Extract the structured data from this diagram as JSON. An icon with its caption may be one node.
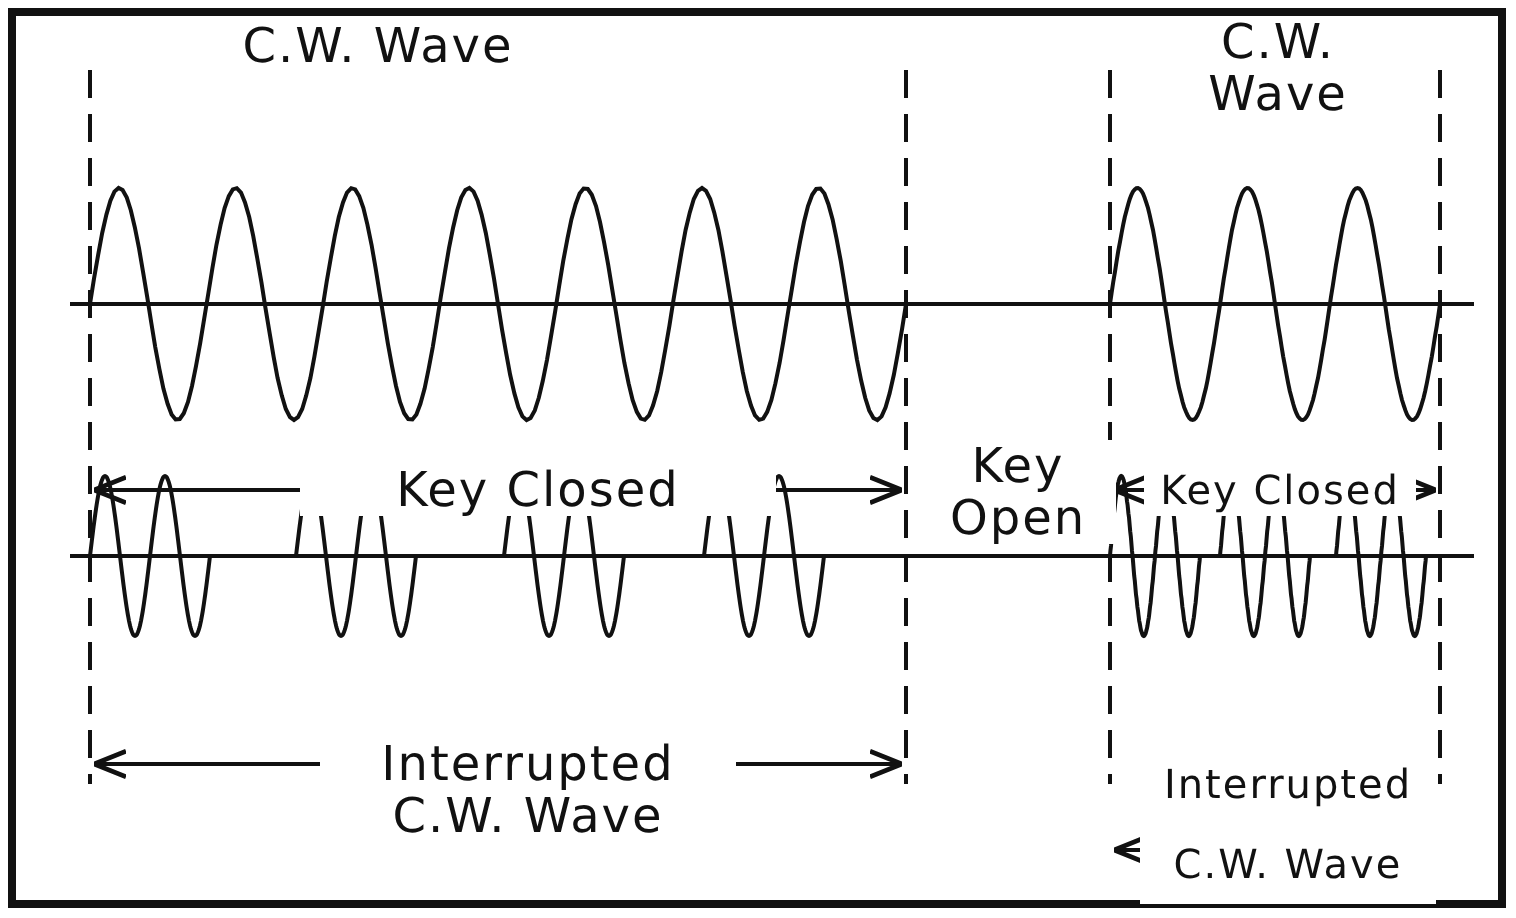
{
  "diagram": {
    "labels": [
      "C.W. Wave",
      "C.W. Wave",
      "Key Closed",
      "Key Open",
      "Key Closed",
      "Interrupted C.W. Wave",
      "Interrupted C.W. Wave"
    ]
  }
}
